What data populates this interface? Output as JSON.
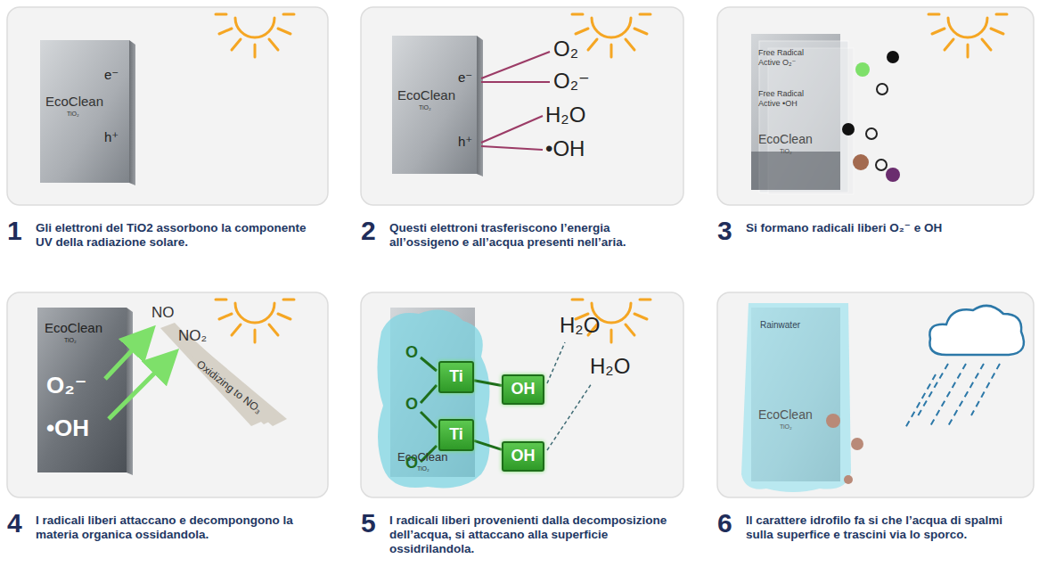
{
  "diagram": {
    "nodes": [
      {
        "text": [
          "1",
          "Gli elettroni del TiO2 assorbono la componente UV della radiazione solare."
        ]
      },
      {
        "text": [
          "EcoClean",
          "TiO₂",
          "e⁻",
          "h⁺"
        ],
        "in": 0
      },
      {
        "text": [
          "2",
          "Questi elettroni trasferiscono l’energia all’ossigeno e all’acqua presenti nell’aria."
        ]
      },
      {
        "text": [
          "EcoClean",
          "TiO₂",
          "e⁻",
          "h⁺"
        ],
        "in": 2
      },
      {
        "text": [
          "3",
          "Si formano radicali liberi O₂⁻ e OH"
        ]
      },
      {
        "text": [
          "Free Radical Active O₂⁻",
          "Free Radical Active •OH",
          "EcoClean",
          "TiO₂"
        ],
        "in": 4
      },
      {
        "text": [
          "4",
          "I radicali liberi attaccano e decompongono la materia organica ossidandola."
        ]
      },
      {
        "text": [
          "EcoClean",
          "TiO₂",
          "O₂⁻",
          "•OH"
        ],
        "in": 6
      },
      {
        "text": [
          "5",
          "I radicali liberi provenienti dalla decomposizione dell’acqua, si attaccano alla superficie ossidrilandola."
        ]
      },
      {
        "text": [
          "EcoClean",
          "TiO₂"
        ],
        "in": 8
      },
      {
        "text": [
          "Ti"
        ],
        "in": 8
      },
      {
        "text": [
          "Ti"
        ],
        "in": 8
      },
      {
        "text": [
          "OH"
        ],
        "in": 8
      },
      {
        "text": [
          "OH"
        ],
        "in": 8
      },
      {
        "text": [
          "6",
          "Il carattere idrofilo fa si che l’acqua di spalmi sulla superfice e trascini via lo sporco."
        ]
      },
      {
        "text": [
          "Rainwater",
          "EcoClean",
          "TiO₂"
        ],
        "in": 14
      }
    ],
    "edges": [
      {
        "from": 10,
        "to": 12,
        "arrow": "none"
      },
      {
        "from": 11,
        "to": 13,
        "arrow": "none"
      }
    ],
    "labels": [
      "O₂",
      "O₂⁻",
      "H₂O",
      "•OH",
      "NO",
      "NO₂",
      "Oxidizing to NO₃",
      "O",
      "O",
      "O",
      "H₂O",
      "H₂O"
    ]
  }
}
